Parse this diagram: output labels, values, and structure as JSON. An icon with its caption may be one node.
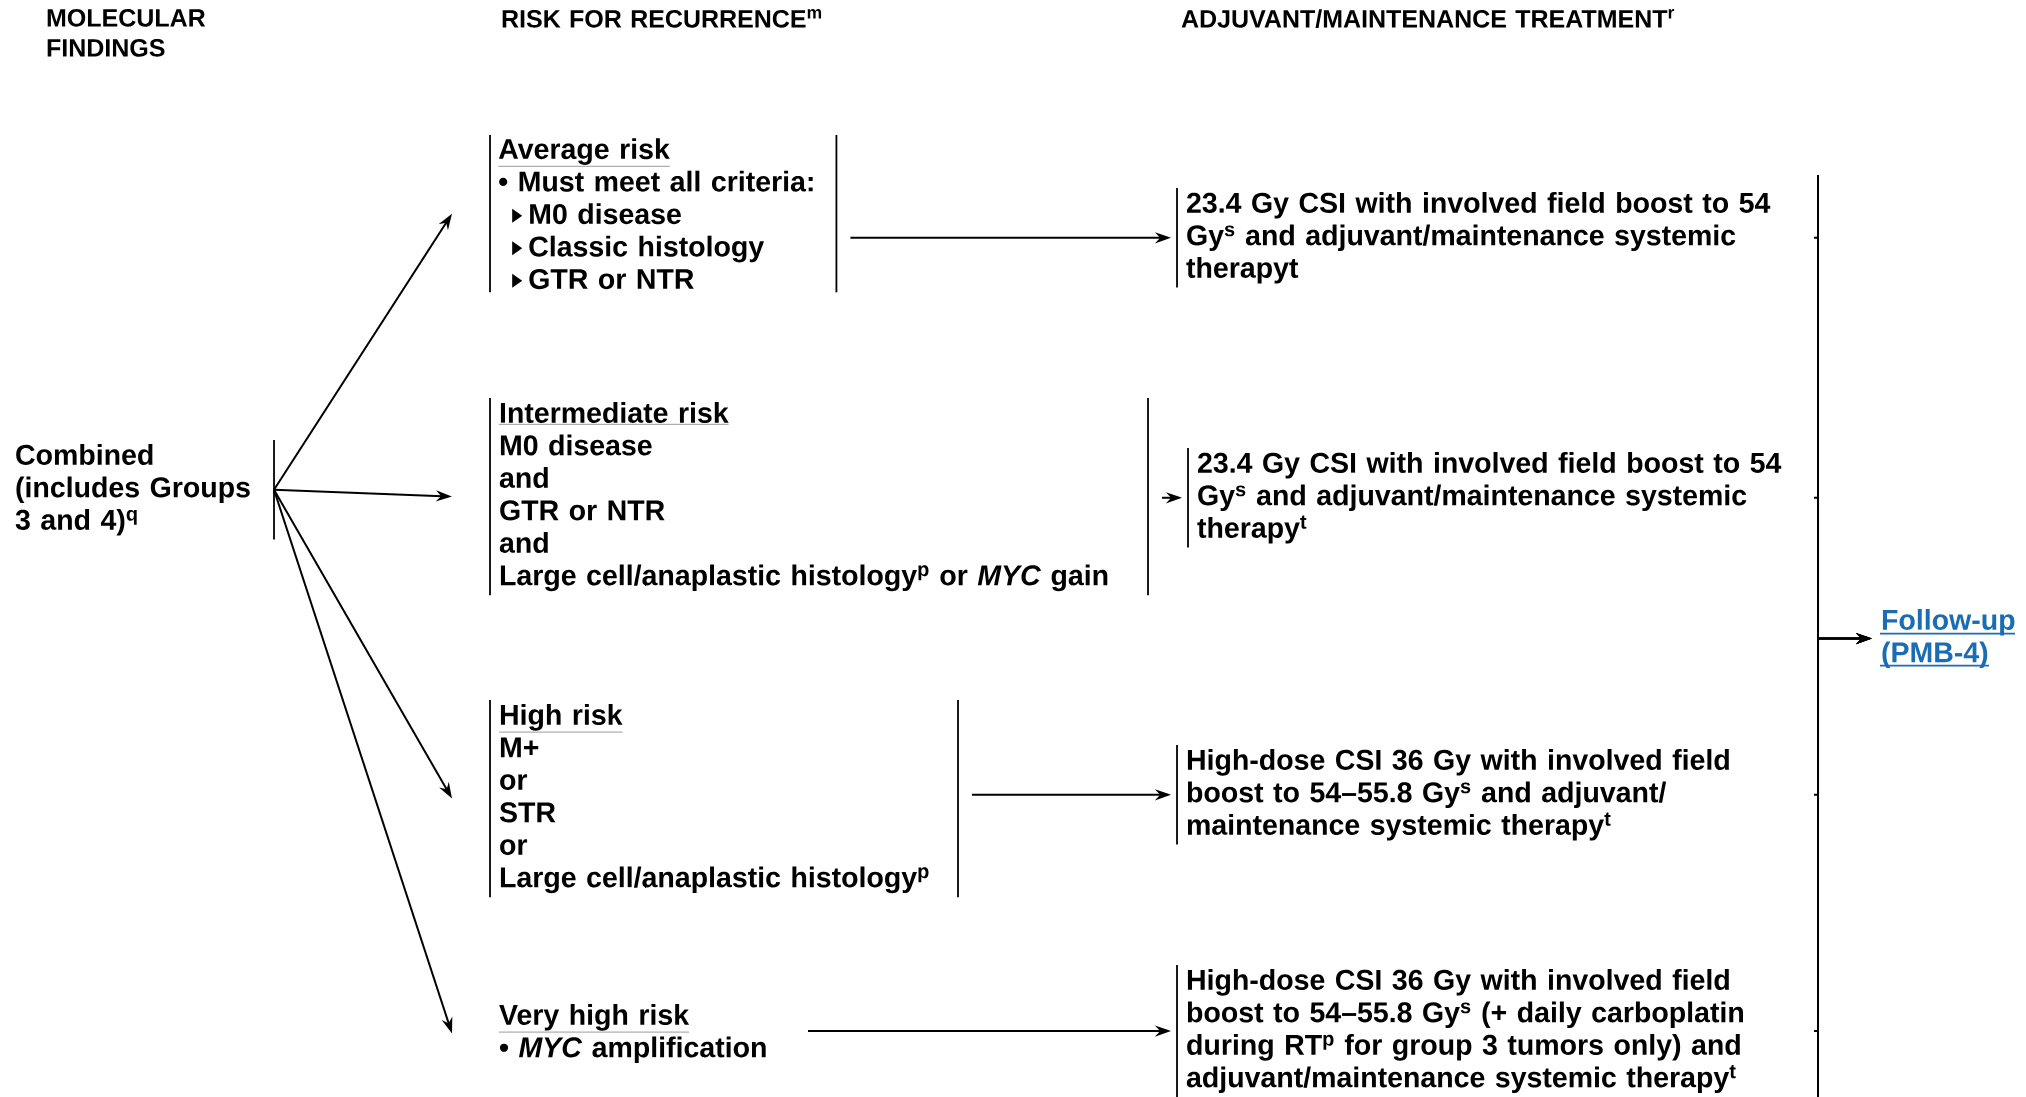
{
  "diagram": {
    "nodes": [
      {
        "text": [
          "Combined (includes Groups 3 and 4)$^{q}$"
        ]
      },
      {
        "text": [
          "Average risk",
          "• Must meet all criteria:",
          "M0 disease",
          "Classic histology",
          "GTR or NTR"
        ]
      },
      {
        "text": [
          "Intermediate risk",
          "M0 disease",
          "and",
          "GTR or NTR",
          "and",
          "Large cell/anaplastic histology$^{p}$ or *MYC* gain"
        ]
      },
      {
        "text": [
          "High risk",
          "M+",
          "or",
          "STR",
          "or",
          "Large cell/anaplastic histology$^{p}$"
        ]
      },
      {
        "text": [
          "Very high risk",
          "• *MYC* amplification"
        ]
      },
      {
        "text": [
          "23.4 Gy CSI with involved field boost to 54 Gy$^{s}$ and adjuvant/maintenance systemic therapyt"
        ]
      },
      {
        "text": [
          "23.4 Gy CSI with involved field boost to 54 Gy$^{s}$ and adjuvant/maintenance systemic therapy$^{t}$"
        ]
      },
      {
        "text": [
          "High-dose CSI 36 Gy with involved field boost to 54–55.8 Gy$^{s}$ and adjuvant/ maintenance systemic therapy$^{t}$"
        ]
      },
      {
        "text": [
          "High-dose CSI 36 Gy with involved field boost to 54–55.8 Gy$^{s}$ (+ daily carboplatin during RT$^{p}$ for group 3 tumors only) and adjuvant/maintenance systemic therapy$^{t}$"
        ]
      },
      {
        "text": [
          "Follow-up (PMB-4)"
        ]
      }
    ],
    "edges": [
      {
        "from": 0,
        "to": 1,
        "arrow": "to"
      },
      {
        "from": 0,
        "to": 2,
        "arrow": "to"
      },
      {
        "from": 0,
        "to": 3,
        "arrow": "to"
      },
      {
        "from": 0,
        "to": 4,
        "arrow": "to"
      },
      {
        "from": 1,
        "to": 5,
        "arrow": "to"
      },
      {
        "from": 2,
        "to": 6,
        "arrow": "to"
      },
      {
        "from": 3,
        "to": 7,
        "arrow": "to"
      },
      {
        "from": 4,
        "to": 8,
        "arrow": "to"
      },
      {
        "from": 5,
        "to": 9,
        "arrow": "to"
      },
      {
        "from": 6,
        "to": 9,
        "arrow": "to"
      },
      {
        "from": 7,
        "to": 9,
        "arrow": "to"
      },
      {
        "from": 8,
        "to": 9,
        "arrow": "to"
      }
    ],
    "labels": [
      "MOLECULAR FINDINGS",
      "RISK FOR RECURRENCE$^{m}$",
      "ADJUVANT/MAINTENANCE TREATMENT$^{r}$"
    ]
  }
}
